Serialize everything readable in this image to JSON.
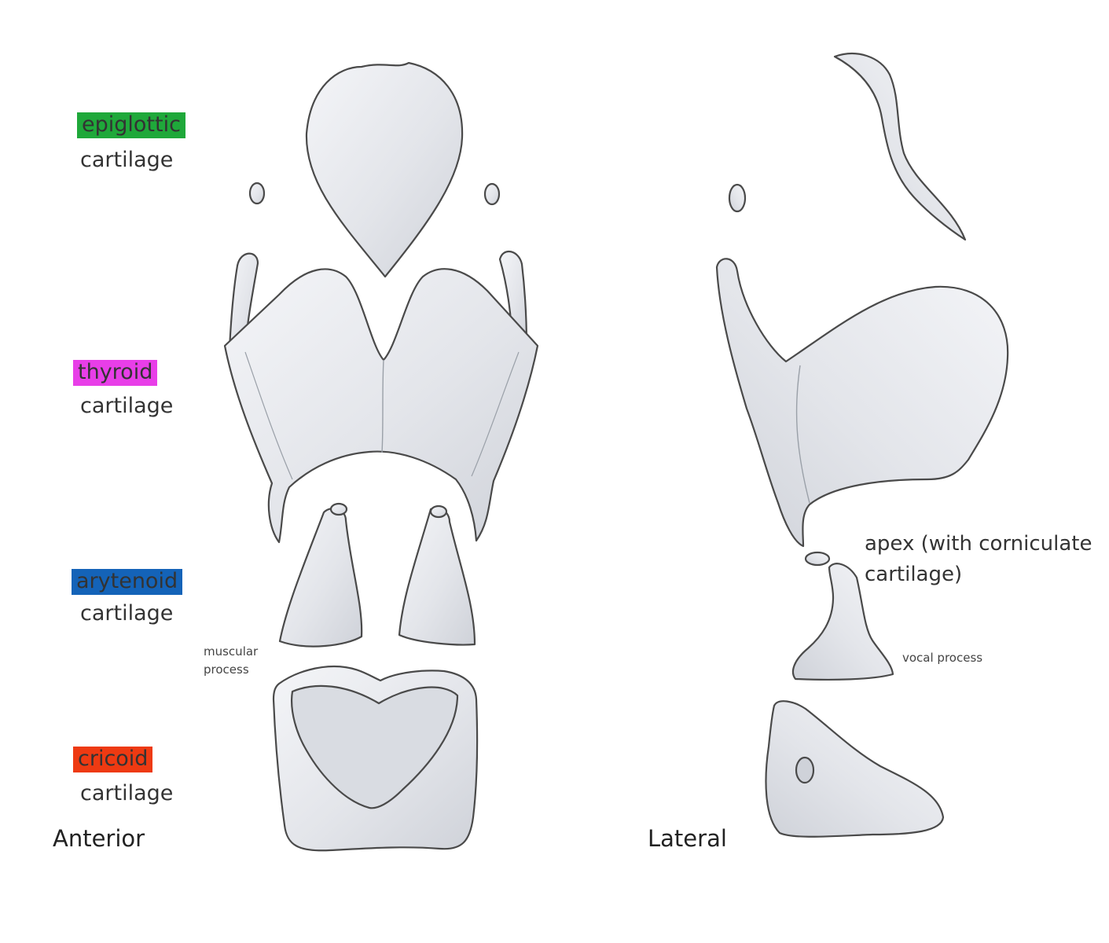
{
  "labels": {
    "epiglottic": {
      "word": "epiglottic",
      "sub": "cartilage",
      "highlight": "#1fa83a"
    },
    "thyroid": {
      "word": "thyroid",
      "sub": "cartilage",
      "highlight": "#e83ee8"
    },
    "arytenoid": {
      "word": "arytenoid",
      "sub": "cartilage",
      "highlight": "#1463b8"
    },
    "cricoid": {
      "word": "cricoid",
      "sub": "cartilage",
      "highlight": "#ee3a12"
    }
  },
  "views": {
    "anterior": "Anterior",
    "lateral": "Lateral"
  },
  "annotations": {
    "muscular_process": [
      "muscular",
      "process"
    ],
    "apex": [
      "apex (with corniculate",
      "cartilage)"
    ],
    "vocal_process": "vocal process"
  },
  "colors": {
    "cartilage_fill": "#e7e9ee",
    "cartilage_shadow": "#c9ccd3",
    "outline": "#4a4a4a",
    "text": "#333333"
  }
}
